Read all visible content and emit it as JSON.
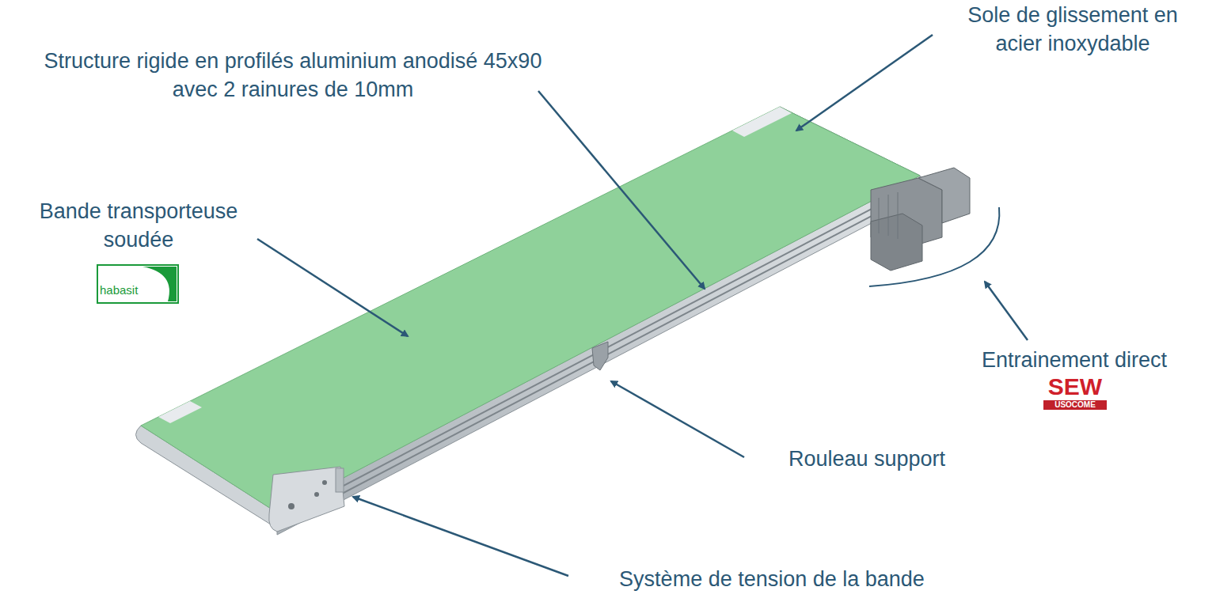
{
  "diagram": {
    "labels": [
      "Sole de glissement en acier inoxydable",
      "Structure rigide en profilés aluminium anodisé 45x90 avec 2 rainures de 10mm",
      "Bande transporteuse soudée",
      "habasit",
      "Entrainement direct",
      "SEW",
      "USOCOME",
      "Rouleau support",
      "Système de tension de la bande"
    ]
  }
}
